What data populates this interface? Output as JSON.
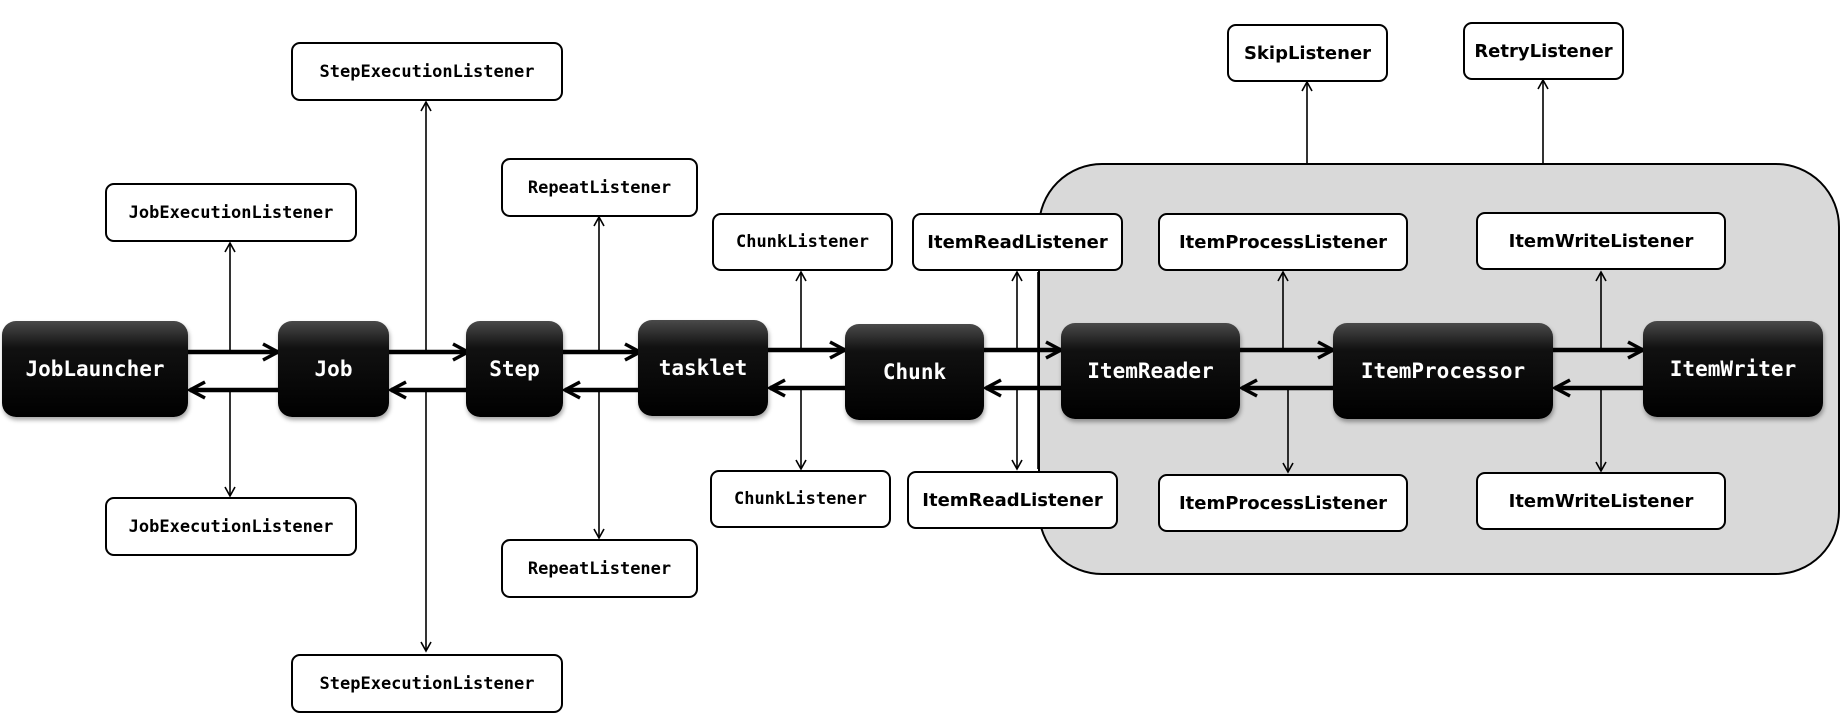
{
  "nodes": {
    "job_launcher": "JobLauncher",
    "job": "Job",
    "step": "Step",
    "tasklet": "tasklet",
    "chunk": "Chunk",
    "item_reader": "ItemReader",
    "item_processor": "ItemProcessor",
    "item_writer": "ItemWriter"
  },
  "listeners": {
    "job_execution_top": "JobExecutionListener",
    "job_execution_bottom": "JobExecutionListener",
    "step_execution_top": "StepExecutionListener",
    "step_execution_bottom": "StepExecutionListener",
    "repeat_top": "RepeatListener",
    "repeat_bottom": "RepeatListener",
    "chunk_top": "ChunkListener",
    "chunk_bottom": "ChunkListener",
    "item_read_top": "ItemReadListener",
    "item_read_bottom": "ItemReadListener",
    "item_process_top": "ItemProcessListener",
    "item_process_bottom": "ItemProcessListener",
    "item_write_top": "ItemWriteListener",
    "item_write_bottom": "ItemWriteListener",
    "skip": "SkipListener",
    "retry": "RetryListener"
  },
  "colors": {
    "node_fill": "#000000",
    "region_fill": "#d9d9d9",
    "line": "#000000"
  }
}
